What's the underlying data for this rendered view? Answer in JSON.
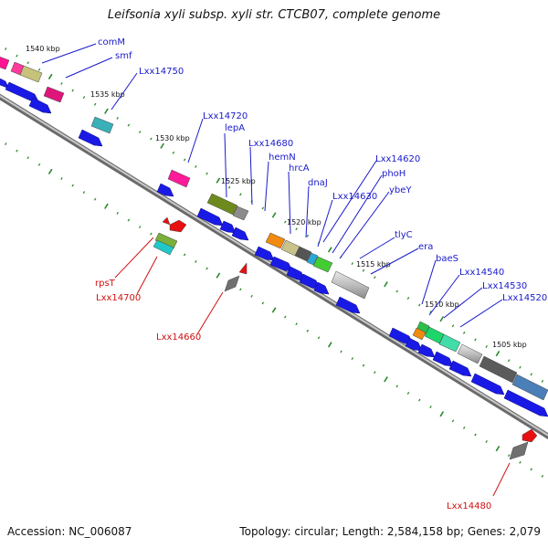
{
  "title": "Leifsonia xyli subsp. xyli str. CTCB07, complete genome",
  "footer": {
    "accession": "Accession: NC_006087",
    "summary": "Topology: circular; Length: 2,584,158 bp; Genes: 2,079"
  },
  "colors": {
    "label_forward": "#1a1acc",
    "label_reverse": "#d01010",
    "cds_blue": "#1a1ae6",
    "backbone": "#9a9a9a",
    "tick": "#2a8a2a"
  },
  "ticks": [
    "1540 kbp",
    "1535 kbp",
    "1530 kbp",
    "1525 kbp",
    "1520 kbp",
    "1515 kbp",
    "1510 kbp",
    "1505 kbp"
  ],
  "forward_labels": [
    "comM",
    "smf",
    "Lxx14750",
    "Lxx14720",
    "lepA",
    "Lxx14680",
    "hemN",
    "hrcA",
    "dnaJ",
    "Lxx14630",
    "Lxx14620",
    "phoH",
    "ybeY",
    "tlyC",
    "era",
    "baeS",
    "Lxx14540",
    "Lxx14530",
    "Lxx14520"
  ],
  "reverse_labels": [
    "rpsT",
    "Lxx14700",
    "Lxx14660",
    "Lxx14480"
  ]
}
